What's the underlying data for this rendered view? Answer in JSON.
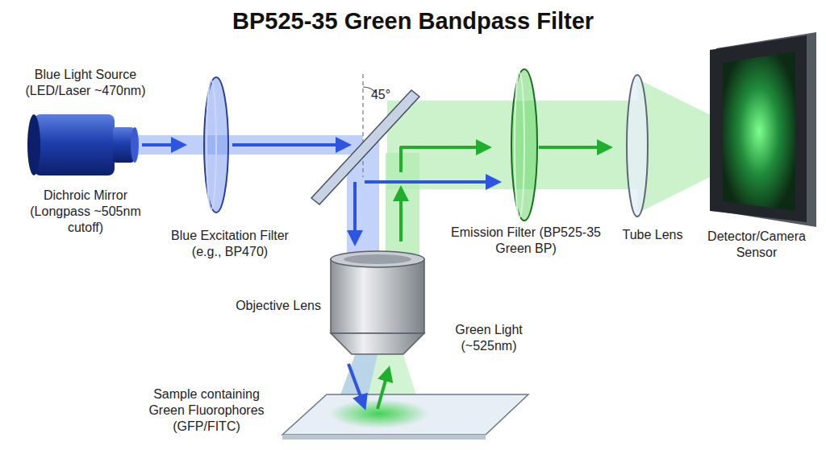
{
  "diagram": {
    "title": "BP525-35 Green Bandpass Filter",
    "labels": [
      "Blue Light Source (LED/Laser ~470nm)",
      "Dichroic Mirror (Longpass ~505nm cutoff)",
      "45°",
      "Blue Excitation Filter (e.g., BP470)",
      "Emission Filter (BP525-35 Green BP)",
      "Tube Lens",
      "Detector/Camera Sensor",
      "Objective Lens",
      "Green Light (~525nm)",
      "Sample containing Green Fluorophores (GFP/FITC)"
    ]
  }
}
